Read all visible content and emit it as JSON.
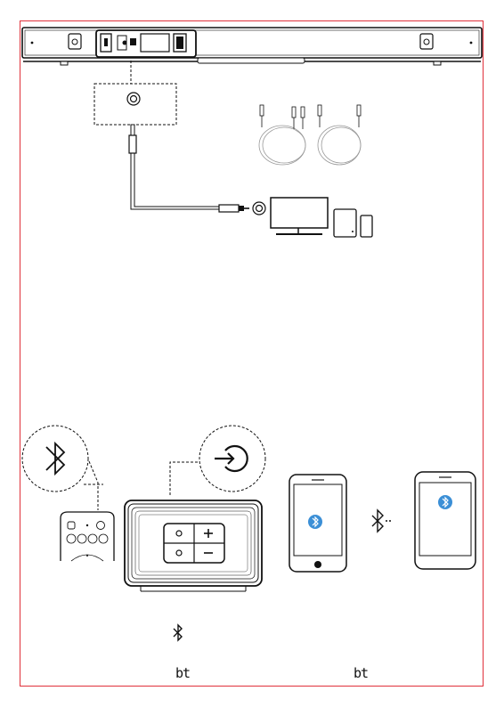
{
  "page": {
    "frame_color": "#e0303a",
    "icons": [
      "soundbar-illustration",
      "aux-jack-icon",
      "aux-cable-icon",
      "rca-cable-icon",
      "tv-icon",
      "tablet-icon",
      "phone-icon",
      "bluetooth-icon",
      "source-input-icon",
      "remote-control-illustration",
      "control-panel-illustration",
      "smartphone-illustration"
    ]
  },
  "displays": {
    "left": "bt",
    "right": "bt"
  }
}
